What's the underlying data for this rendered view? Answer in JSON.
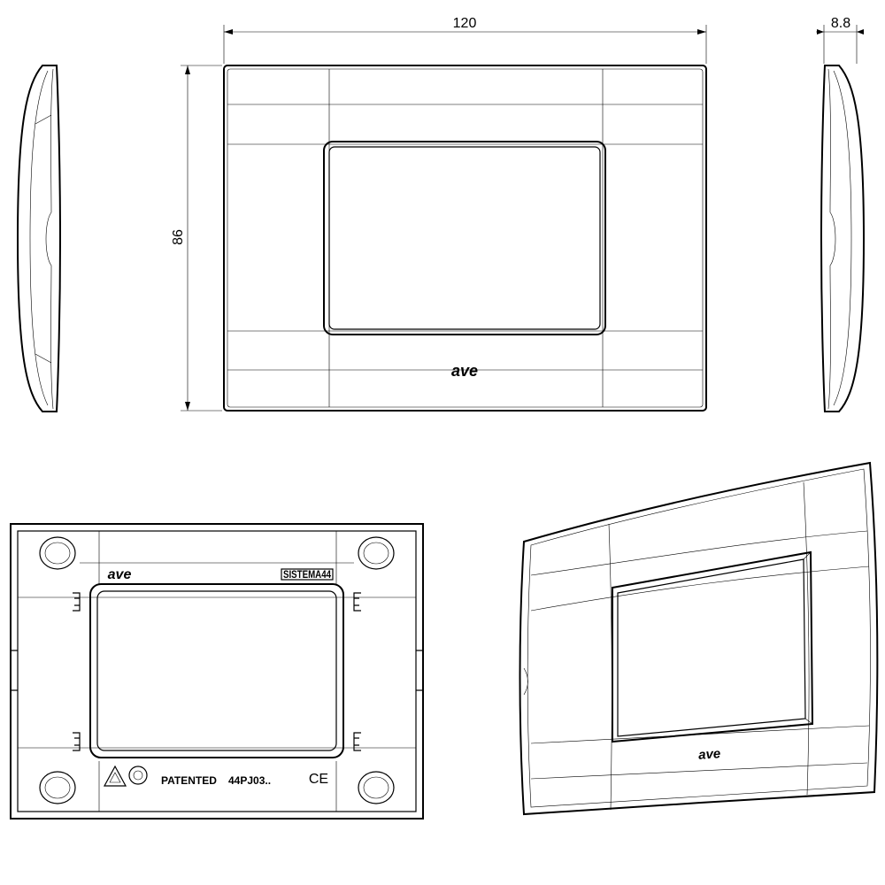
{
  "dimensions": {
    "width": "120",
    "height": "86",
    "depth": "8.8"
  },
  "brand": {
    "logo_text": "ave",
    "front_logo": "ave",
    "back_logo": "ave",
    "perspective_logo": "ave"
  },
  "back_markings": {
    "series_badge": "SISTEMA44",
    "patent_text": "PATENTED",
    "code_text": "44PJ03..",
    "ce_mark": "CE",
    "icons": [
      "recycle-triangle-icon",
      "quality-mark-icon",
      "ce-mark-icon"
    ]
  },
  "colors": {
    "line": "#000000",
    "background": "#ffffff"
  }
}
